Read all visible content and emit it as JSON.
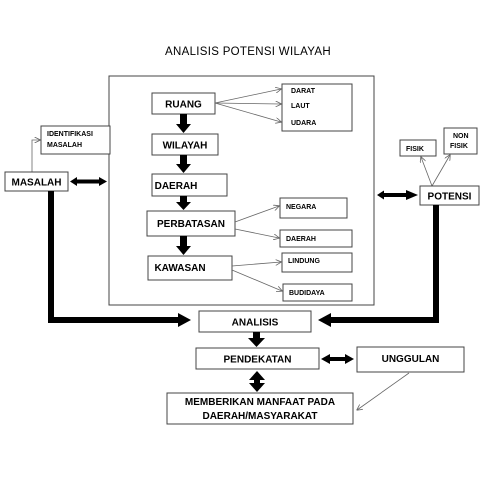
{
  "title": "ANALISIS POTENSI WILAYAH",
  "nodes": {
    "ruang": "RUANG",
    "wilayah": "WILAYAH",
    "daerah": "DAERAH",
    "perbatasan": "PERBATASAN",
    "kawasan": "KAWASAN",
    "darat": "DARAT",
    "laut": "LAUT",
    "udara": "UDARA",
    "negara": "NEGARA",
    "daerah_small": "DAERAH",
    "lindung": "LINDUNG",
    "budidaya": "BUDIDAYA",
    "identifikasi_1": "IDENTIFIKASI",
    "identifikasi_2": "MASALAH",
    "masalah": "MASALAH",
    "fisik": "FISIK",
    "non_fisik_1": "NON",
    "non_fisik_2": "FISIK",
    "potensi": "POTENSI",
    "analisis": "ANALISIS",
    "pendekatan": "PENDEKATAN",
    "unggulan": "UNGGULAN",
    "manfaat_1": "MEMBERIKAN MANFAAT PADA",
    "manfaat_2": "DAERAH/MASYARAKAT"
  }
}
